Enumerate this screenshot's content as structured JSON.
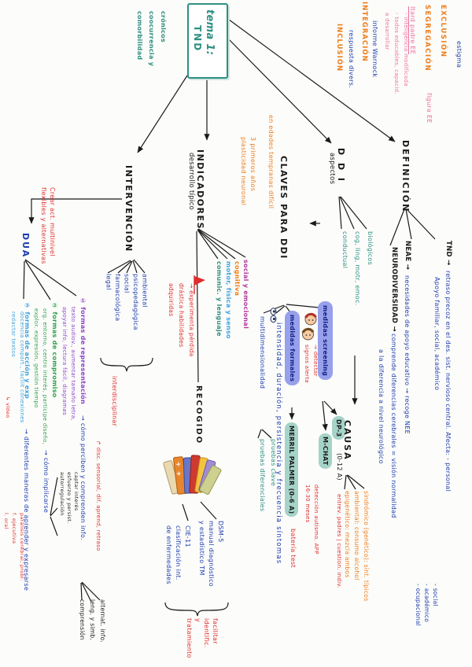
{
  "root": {
    "box_title_1": "tema 1:",
    "box_title_2": "TND",
    "note": "crónicos\ncoocurrencia y\ncomorbilidad"
  },
  "definicion": {
    "label": "DEFINICIÓN",
    "kw_tnd": "TND →",
    "tnd": "retraso precoz en el des. sist. nervioso central. Afecta: - personal",
    "apoyo": "Apoyo familiar, social, académico",
    "tnd_list": "- social\n- académico\n- ocupacional",
    "kw_neae": "NEAE →",
    "neae": "necesidades de apoyo educativo → recoge NEE",
    "kw_neuro": "NEURODIVERSIDAD →",
    "neuro": "comprende diferencias cerebrales = visión normalidad",
    "neuro2": "a la diferencia a nivel neurológico",
    "history": {
      "exclusion": "EXCLUSIÓN",
      "estigma": "estigma",
      "segregacion": "SEGREGACIÓN",
      "figura": "figura EE",
      "itard": "Itard padre EE",
      "itard_notes": "- inteligencia modificada\n- todos educables, capacid.\na desarrollar",
      "integracion": "INTEGRACIÓN",
      "warnock": "informe Warnock",
      "inclusion": "INCLUSIÓN",
      "respuesta": "respuesta divers."
    }
  },
  "ddi": {
    "label": "D D I",
    "sublabel": "aspectos",
    "aspects": "biológicos\ncog, ling, motr, emoc.\nconductual"
  },
  "claves": {
    "label": "CLAVES PARA DDI",
    "note": "en edades tempranas difícil",
    "multidim": "multidimensionalidad",
    "pruebas": "pruebas clave\npruebas diferenciales",
    "intensidad": "intensidad, duración, persistencia y frecuencia síntomas",
    "medidas_formales": "medidas formales",
    "merril": "MERRIL PALMER (0-6 A)",
    "bateria": "batería test",
    "medidas_screening": "medidas screening",
    "detectar": "→ detectar\nsignos alerta",
    "dp3": "DP-3",
    "dp3_rango": "(0-12 A)",
    "dp3_nota": "entrev. padres | cuestion. indiv.",
    "mchat": "M-CHAT",
    "mchat_nota": "detección autismo. APP\n16-30 meses",
    "causa": "CAUSA",
    "causa_items": "sindrómico (genético): sínt. típicos\nambiental: consumo alcohol\nepigenético: mezcla ambos"
  },
  "indicadores": {
    "label": "INDICADORES",
    "sublabel": "desarrollo típico",
    "nota_plasticidad": "3 primeros años\nplasticidad neuronal",
    "rama_social": "social y emocional",
    "rama_cognitiva": "cognitiva",
    "rama_motor": "motor, física y senso",
    "rama_comunicacion": "comunic. y lenguaje",
    "alerta": "→ experimenta pérdida\ndrástica habilidades\nadquiridas"
  },
  "recogido": {
    "label": "RECOGIDO",
    "dsm": "DSM-5\nmanual diagnóstico\ny estadístico TM",
    "cie": "CIE-11\nclasificación int.\nde enfermedades",
    "nota": "facilitar\nidentific.\ny\ntratamiento"
  },
  "intervencion": {
    "label": "INTERVENCIÓN",
    "areas": "ambiental\npsicopedagógica\nsocial\nfarmacológica\nlegal",
    "nota": "interdisciplinar",
    "dua": {
      "label": "DUA",
      "nota": "Crear act. multinivel\nflexibles y alternativas",
      "p1": "① formas de representación",
      "p1_cont": "→ cómo perciben y comprenden info.",
      "p1_det": "texto audiov., aumentar tamaño letra,\napoyar info, lectura fácil, diagramas",
      "p1_alerta": "↱ disc. sensorial, dif. aprend, retraso",
      "p1_hojas": "alternat. info.\nleng. y simb.\ncomprensión",
      "p2": "② formas de compromiso",
      "p2_cont": "→ cómo implicarse",
      "p2_det": "org. entorno, centro interés, partícipe diseño,\nexplor. expresión, gestión tiempo",
      "p2_hojas": "captar interés\nesfuerzo y persist.\nautorregulación",
      "p3": "③ formas de acción y exp",
      "p3_cont": "→ diferentes maneras de aprender y expresarse",
      "p3_det": "docencia compart., facilit conexiones\nredactar textos",
      "p3_extra": "↳ vídeo",
      "p3_alerta": "parálisis cerebral, probl:\nf. ejecutiva\nl. oral"
    }
  },
  "icons": {
    "eyes": "eyes-doodle",
    "faces": "children-faces",
    "flag": "red-alert-flag",
    "books": "book-stack"
  },
  "colors": {
    "teal": "#2e9083",
    "blue": "#1d3db0",
    "orange": "#ef7d1a",
    "pink": "#ef6fa0",
    "red": "#e02d2d",
    "magenta": "#b0399f",
    "light_blue": "#3fa3e0",
    "purple": "#8c42cc",
    "green": "#2fa14f",
    "pill_blue": "#97a0ea",
    "pill_teal": "#a5d3c8"
  }
}
